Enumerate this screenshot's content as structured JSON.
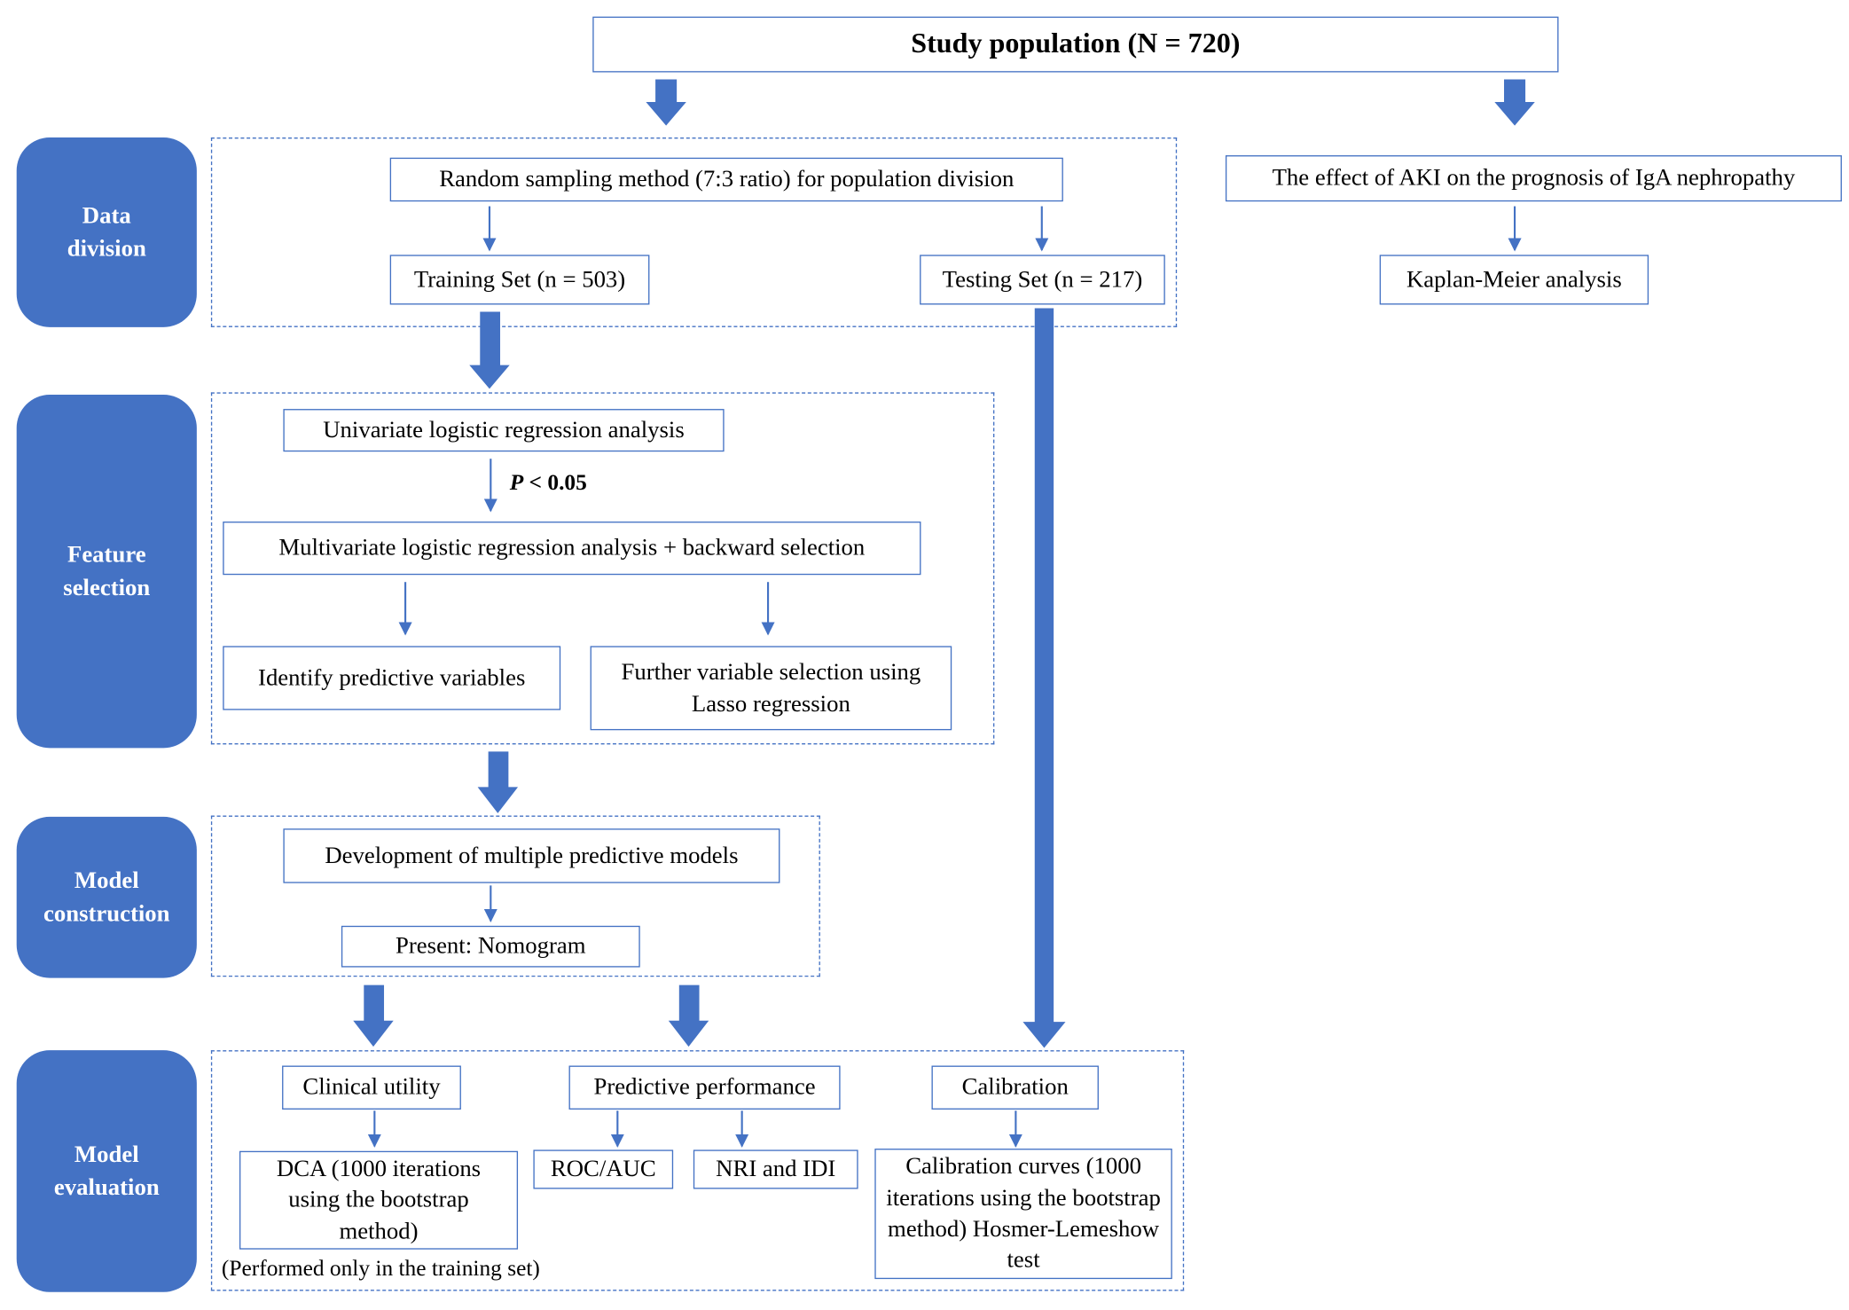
{
  "header": {
    "title": "Study population (N = 720)"
  },
  "stages": {
    "data_division": "Data division",
    "feature_selection": "Feature selection",
    "model_construction": "Model construction",
    "model_evaluation": "Model evaluation"
  },
  "data_division": {
    "sampling": "Random sampling method (7:3 ratio) for population division",
    "training_set": "Training Set (n = 503)",
    "testing_set": "Testing Set (n = 217)"
  },
  "aki_branch": {
    "effect": "The effect of AKI on the prognosis of IgA nephropathy",
    "km": "Kaplan-Meier analysis"
  },
  "feature_selection": {
    "univariate": "Univariate logistic regression analysis",
    "p_threshold": "P < 0.05",
    "multivariate": "Multivariate logistic regression analysis + backward selection",
    "identify": "Identify predictive variables",
    "lasso": "Further variable selection using Lasso regression"
  },
  "model_construction": {
    "development": "Development of multiple predictive models",
    "nomogram": "Present: Nomogram"
  },
  "model_evaluation": {
    "clinical_utility": "Clinical utility",
    "dca": "DCA (1000 iterations using the bootstrap method)",
    "training_note": "(Performed only in the training set)",
    "predictive_performance": "Predictive performance",
    "roc_auc": "ROC/AUC",
    "nri_idi": "NRI and IDI",
    "calibration": "Calibration",
    "calibration_curves": "Calibration curves (1000 iterations using the bootstrap method) Hosmer-Lemeshow test"
  },
  "colors": {
    "accent": "#4472C4",
    "stage_text": "#ffffff",
    "text": "#000000"
  }
}
